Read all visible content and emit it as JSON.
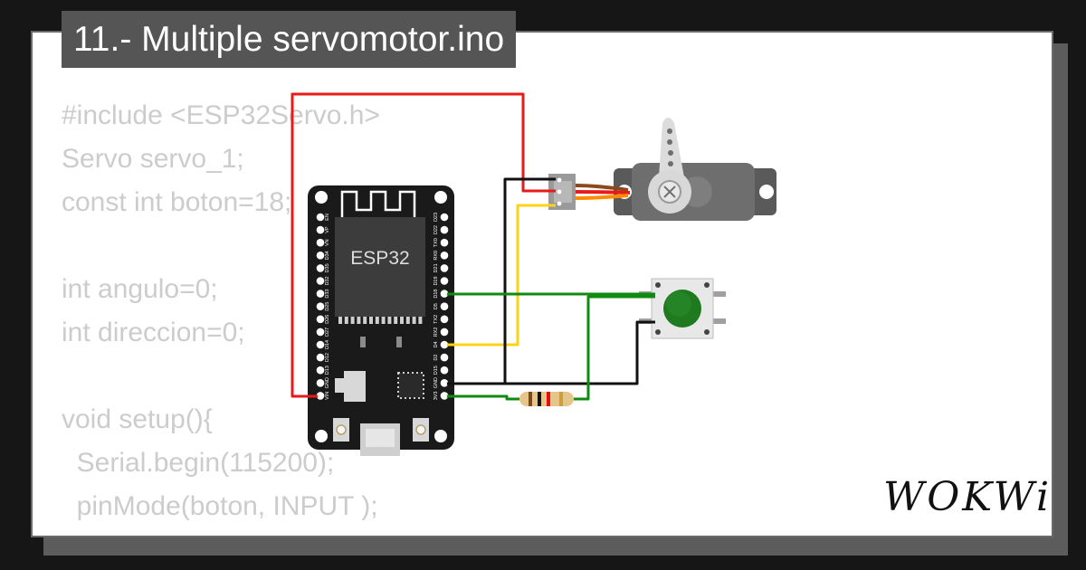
{
  "title": "11.- Multiple servomotor.ino",
  "code_lines": [
    "#include <ESP32Servo.h>",
    "Servo servo_1;",
    "const int boton=18;",
    "",
    "int angulo=0;",
    "int direccion=0;",
    "",
    "void setup(){",
    "  Serial.begin(115200);",
    "  pinMode(boton, INPUT );"
  ],
  "board": {
    "chip_label": "ESP32",
    "left_pins": [
      "EN",
      "VP",
      "VN",
      "D34",
      "D35",
      "D32",
      "D33",
      "D25",
      "D26",
      "D27",
      "D14",
      "D12",
      "D13",
      "GND",
      "VIN"
    ],
    "right_pins": [
      "D23",
      "D22",
      "TX0",
      "RX0",
      "D21",
      "D19",
      "D18",
      "D5",
      "TX2",
      "RX2",
      "D4",
      "D2",
      "D15",
      "GND",
      "3V3"
    ]
  },
  "logo": "WOKWi",
  "colors": {
    "background": "#161616",
    "card": "#ffffff",
    "title_bg": "#555555",
    "board": "#1a1a1a",
    "wire_red": "#e81a1a",
    "wire_yellow": "#ffd21a",
    "wire_green": "#108a10",
    "wire_black": "#111111",
    "button_cap": "#1f7a1f",
    "servo_body": "#646464"
  }
}
